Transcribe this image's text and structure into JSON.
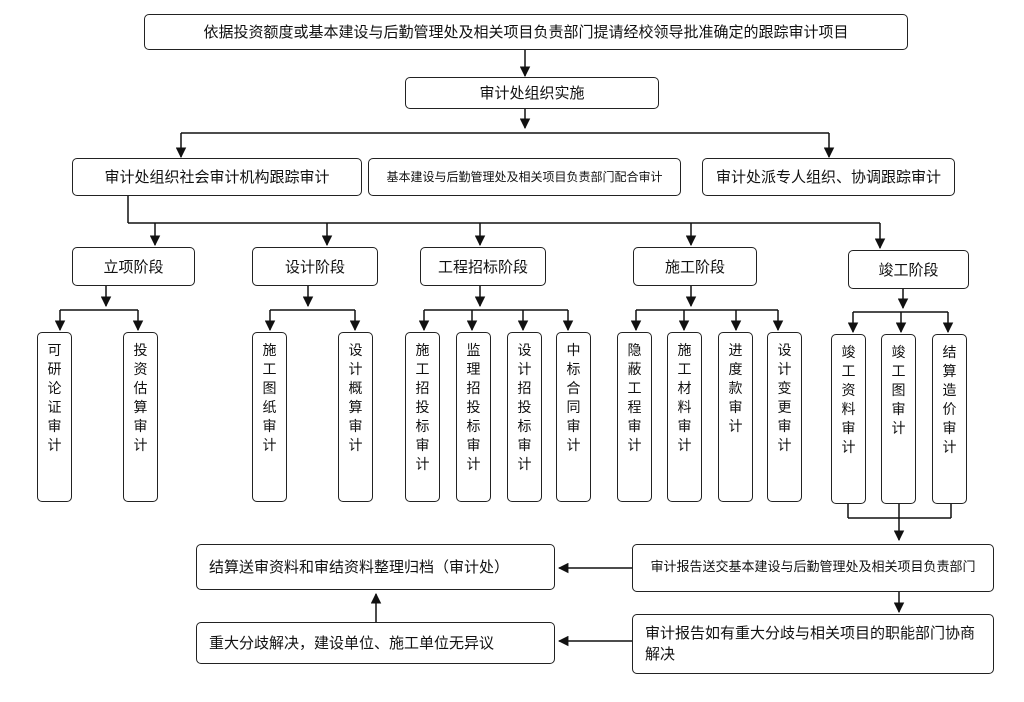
{
  "diagram": {
    "top": "依据投资额度或基本建设与后勤管理处及相关项目负责部门提请经校领导批准确定的跟踪审计项目",
    "organize": "审计处组织实施",
    "modes": [
      "审计处组织社会审计机构跟踪审计",
      "基本建设与后勤管理处及相关项目负责部门配合审计",
      "审计处派专人组织、协调跟踪审计"
    ],
    "stages": [
      {
        "label": "立项阶段",
        "items": [
          "可研论证审计",
          "投资估算审计"
        ]
      },
      {
        "label": "设计阶段",
        "items": [
          "施工图纸审计",
          "设计概算审计"
        ]
      },
      {
        "label": "工程招标阶段",
        "items": [
          "施工招投标审计",
          "监理招投标审计",
          "设计招投标审计",
          "中标合同审计"
        ]
      },
      {
        "label": "施工阶段",
        "items": [
          "隐蔽工程审计",
          "施工材料审计",
          "进度款审计",
          "设计变更审计"
        ]
      },
      {
        "label": "竣工阶段",
        "items": [
          "竣工资料审计",
          "竣工图审计",
          "结算造价审计"
        ]
      }
    ],
    "archive": "结算送审资料和审结资料整理归档（审计处）",
    "report_send": "审计报告送交基本建设与后勤管理处及相关项目负责部门",
    "dispute": "审计报告如有重大分歧与相关项目的职能部门协商解决",
    "resolved": "重大分歧解决，建设单位、施工单位无异议"
  }
}
